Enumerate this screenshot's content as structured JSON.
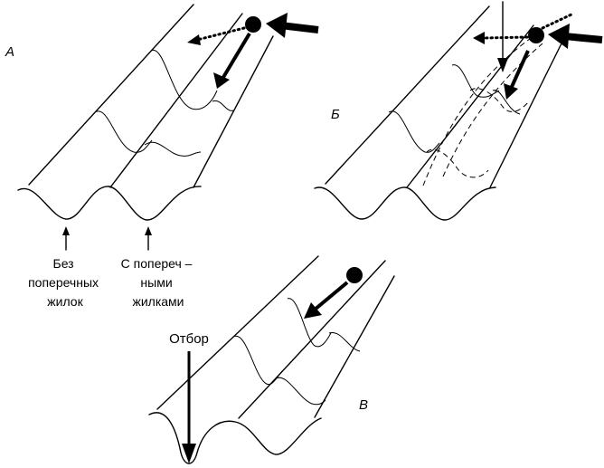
{
  "panels": {
    "a": {
      "label": "А"
    },
    "b": {
      "label": "Б"
    },
    "c": {
      "label": "В"
    }
  },
  "labels": {
    "no_crossveins": [
      "Без",
      "поперечных",
      "жилок"
    ],
    "with_crossveins": [
      "С попереч –",
      "ными",
      "жилками"
    ],
    "selection": "Отбор"
  }
}
